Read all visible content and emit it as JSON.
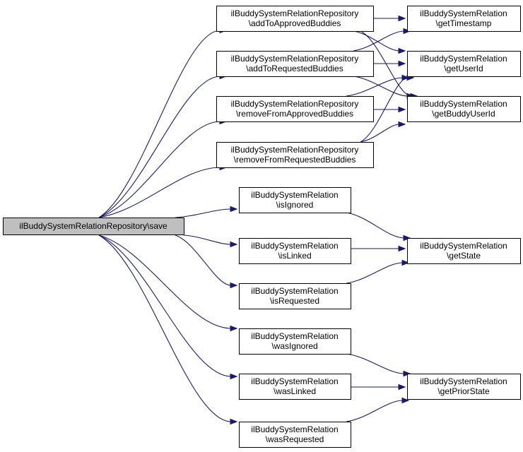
{
  "nodes": [
    {
      "id": "save",
      "root": true,
      "lines": [
        "ilBuddySystemRelationRepository\\save"
      ]
    },
    {
      "id": "addApproved",
      "lines": [
        "ilBuddySystemRelationRepository",
        "\\addToApprovedBuddies"
      ]
    },
    {
      "id": "addRequested",
      "lines": [
        "ilBuddySystemRelationRepository",
        "\\addToRequestedBuddies"
      ]
    },
    {
      "id": "remApproved",
      "lines": [
        "ilBuddySystemRelationRepository",
        "\\removeFromApprovedBuddies"
      ]
    },
    {
      "id": "remRequested",
      "lines": [
        "ilBuddySystemRelationRepository",
        "\\removeFromRequestedBuddies"
      ]
    },
    {
      "id": "isIgnored",
      "lines": [
        "ilBuddySystemRelation",
        "\\isIgnored"
      ]
    },
    {
      "id": "isLinked",
      "lines": [
        "ilBuddySystemRelation",
        "\\isLinked"
      ]
    },
    {
      "id": "isRequested",
      "lines": [
        "ilBuddySystemRelation",
        "\\isRequested"
      ]
    },
    {
      "id": "wasIgnored",
      "lines": [
        "ilBuddySystemRelation",
        "\\wasIgnored"
      ]
    },
    {
      "id": "wasLinked",
      "lines": [
        "ilBuddySystemRelation",
        "\\wasLinked"
      ]
    },
    {
      "id": "wasRequested",
      "lines": [
        "ilBuddySystemRelation",
        "\\wasRequested"
      ]
    },
    {
      "id": "getTimestamp",
      "lines": [
        "ilBuddySystemRelation",
        "\\getTimestamp"
      ]
    },
    {
      "id": "getUserId",
      "lines": [
        "ilBuddySystemRelation",
        "\\getUserId"
      ]
    },
    {
      "id": "getBuddyUserId",
      "lines": [
        "ilBuddySystemRelation",
        "\\getBuddyUserId"
      ]
    },
    {
      "id": "getState",
      "lines": [
        "ilBuddySystemRelation",
        "\\getState"
      ]
    },
    {
      "id": "getPriorState",
      "lines": [
        "ilBuddySystemRelation",
        "\\getPriorState"
      ]
    }
  ],
  "edges": [
    [
      "save",
      "addApproved"
    ],
    [
      "save",
      "addRequested"
    ],
    [
      "save",
      "remApproved"
    ],
    [
      "save",
      "remRequested"
    ],
    [
      "save",
      "isIgnored"
    ],
    [
      "save",
      "isLinked"
    ],
    [
      "save",
      "isRequested"
    ],
    [
      "save",
      "wasIgnored"
    ],
    [
      "save",
      "wasLinked"
    ],
    [
      "save",
      "wasRequested"
    ],
    [
      "addApproved",
      "getTimestamp"
    ],
    [
      "addApproved",
      "getUserId"
    ],
    [
      "addApproved",
      "getBuddyUserId"
    ],
    [
      "addRequested",
      "getTimestamp"
    ],
    [
      "addRequested",
      "getUserId"
    ],
    [
      "addRequested",
      "getBuddyUserId"
    ],
    [
      "remApproved",
      "getUserId"
    ],
    [
      "remApproved",
      "getBuddyUserId"
    ],
    [
      "remRequested",
      "getUserId"
    ],
    [
      "remRequested",
      "getBuddyUserId"
    ],
    [
      "isIgnored",
      "getState"
    ],
    [
      "isLinked",
      "getState"
    ],
    [
      "isRequested",
      "getState"
    ],
    [
      "wasIgnored",
      "getPriorState"
    ],
    [
      "wasLinked",
      "getPriorState"
    ],
    [
      "wasRequested",
      "getPriorState"
    ]
  ],
  "colors": {
    "edge": "#191970",
    "root_fill": "#bfbfbf",
    "node_fill": "#ffffff"
  }
}
